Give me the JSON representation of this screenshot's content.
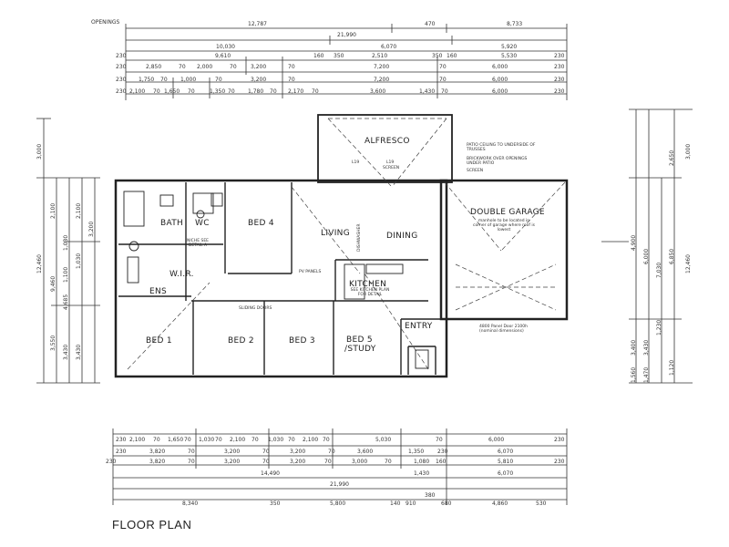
{
  "title": "FLOOR PLAN",
  "openings_label": "OPENINGS",
  "rooms": {
    "alfresco": "ALFRESCO",
    "bath": "BATH",
    "wc": "WC",
    "bed4": "BED 4",
    "living": "LIVING",
    "dining": "DINING",
    "double_garage": "DOUBLE GARAGE",
    "wir": "W.I.R.",
    "ens": "ENS",
    "kitchen": "KITCHEN",
    "bed1": "BED 1",
    "bed2": "BED 2",
    "bed3": "BED 3",
    "bed5_line1": "BED 5",
    "bed5_line2": "/STUDY",
    "entry": "ENTRY"
  },
  "notes": {
    "patio_ceiling": "PATIO CEILING TO UNDERSIDE OF TRUSSES",
    "brickwork": "BRICKWORK OVER OPENINGS UNDER PATIO",
    "screen_a": "SCREEN",
    "screen_b": "SCREEN",
    "manhole": "manhole to be located in corner of garage where roof is lowest",
    "niche": "NICHE SEE DETAIL A",
    "kitchen_plan": "SEE KITCHEN PLAN FOR DETAIL",
    "panel_door": "4800 Panel Door 2100h (nominal dimensions)",
    "pv_panels": "PV PANELS",
    "dishwasher": "DISHWASHER",
    "l19_a": "L19",
    "l19_b": "L19",
    "sliding_doors": "SLIDING DOORS"
  },
  "top_dims": {
    "row_openings": [
      "12,787",
      "470",
      "8,733"
    ],
    "row_total": "21,990",
    "row2": [
      "10,030",
      "6,070",
      "5,920"
    ],
    "row3": [
      "230",
      "9,610",
      "160",
      "350",
      "2,510",
      "350",
      "160",
      "5,530",
      "230"
    ],
    "row4": [
      "230",
      "2,850",
      "70",
      "2,000",
      "70",
      "3,200",
      "70",
      "7,200",
      "70",
      "6,000",
      "230"
    ],
    "row5": [
      "230",
      "1,750",
      "70",
      "1,000",
      "70",
      "3,200",
      "70",
      "7,200",
      "70",
      "6,000",
      "230"
    ],
    "row6": [
      "230",
      "2,100",
      "70",
      "1,650",
      "70",
      "1,350",
      "70",
      "1,780",
      "70",
      "2,170",
      "70",
      "3,600",
      "1,430",
      "70",
      "6,000",
      "230"
    ]
  },
  "bottom_dims": {
    "row1": [
      "230",
      "2,100",
      "70",
      "1,650",
      "70",
      "1,030",
      "70",
      "2,100",
      "70",
      "1,030",
      "70",
      "2,100",
      "70",
      "5,030",
      "70",
      "6,000",
      "230"
    ],
    "row2": [
      "230",
      "3,820",
      "70",
      "3,200",
      "70",
      "3,200",
      "70",
      "3,600",
      "1,350",
      "230",
      "6,070"
    ],
    "row3": [
      "230",
      "3,820",
      "70",
      "3,200",
      "70",
      "3,200",
      "70",
      "3,000",
      "70",
      "1,080",
      "160",
      "5,810",
      "230"
    ],
    "row4": [
      "14,490",
      "1,430",
      "6,070"
    ],
    "row5": "21,990",
    "row6": [
      "8,340",
      "350",
      "5,800",
      "140",
      "910",
      "380",
      "680",
      "4,860",
      "530"
    ]
  },
  "left_dims": [
    "3,000",
    "12,460",
    "9,460",
    "3,550",
    "3,430",
    "3,430",
    "4,685",
    "3,200",
    "2,100",
    "2,100",
    "1,030",
    "1,030",
    "1,100"
  ],
  "right_dims": [
    "3,000",
    "2,650",
    "12,460",
    "6,000",
    "6,850",
    "7,030",
    "4,900",
    "3,400",
    "3,430",
    "1,560",
    "1,470",
    "1,230",
    "1,120"
  ]
}
